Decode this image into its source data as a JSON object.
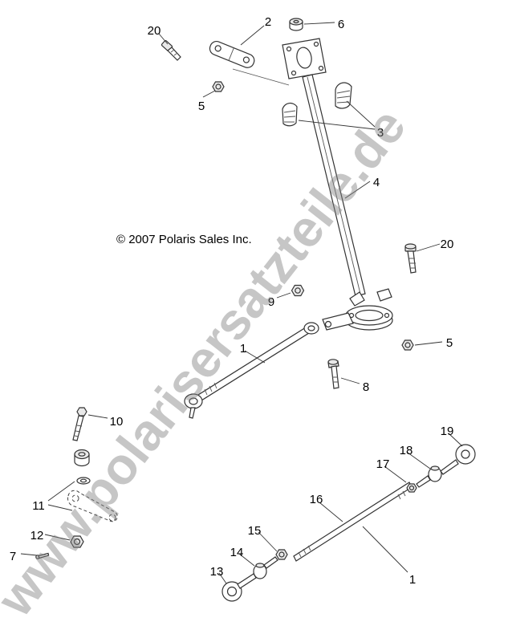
{
  "watermark": {
    "text": "www.polarisersatzteile.de",
    "color": "#808080"
  },
  "copyright": {
    "text": "© 2007 Polaris Sales Inc."
  },
  "colors": {
    "background": "#ffffff",
    "line": "#333333"
  },
  "diagram": {
    "callouts": [
      "20",
      "2",
      "6",
      "5",
      "3",
      "4",
      "20",
      "9",
      "5",
      "1",
      "8",
      "10",
      "19",
      "18",
      "17",
      "16",
      "11",
      "15",
      "12",
      "14",
      "7",
      "13",
      "1"
    ]
  }
}
